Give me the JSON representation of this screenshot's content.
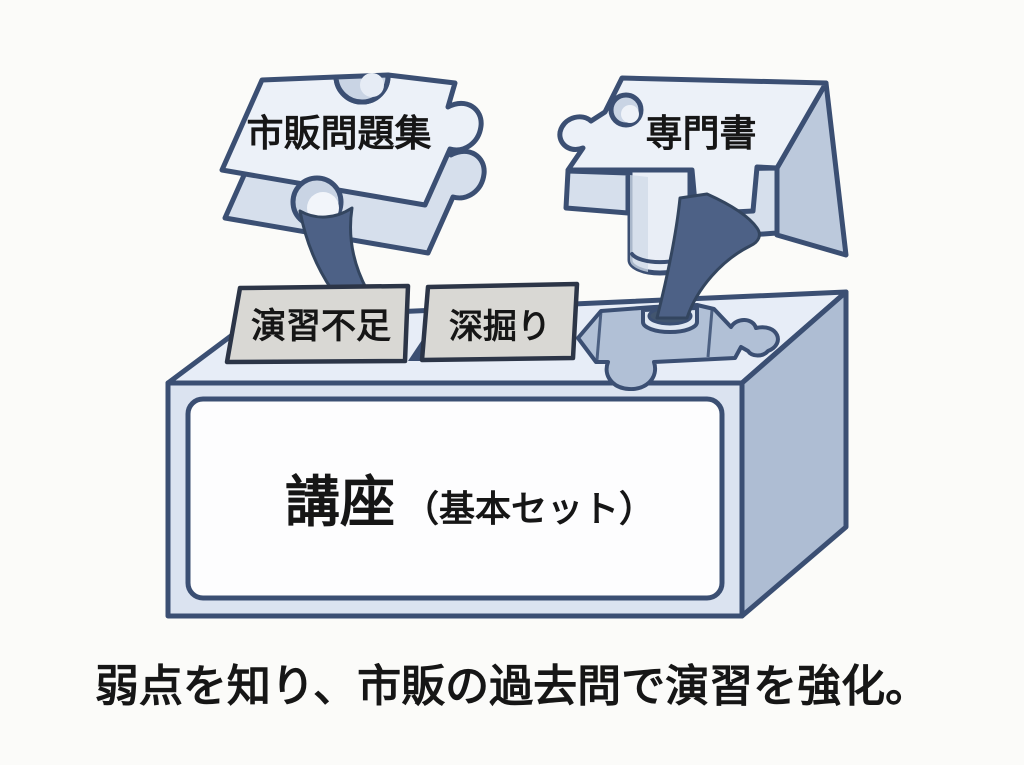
{
  "illustration": {
    "pieces": {
      "left_piece_label": "市販問題集",
      "right_piece_label": "専門書"
    },
    "plates": {
      "left_plate_label": "演習不足",
      "right_plate_label": "深掘り"
    },
    "base_box": {
      "title": "講座",
      "title_suffix": "（基本セット）"
    }
  },
  "caption": "弱点を知り、市販の過去問で演習を強化。",
  "colors": {
    "background": "#fbfbf9",
    "outline": "#3b4f73",
    "piece_top": "#ecf1f8",
    "piece_side": "#d6dfec",
    "piece_right_face": "#bcc9dc",
    "box_top": "#e7edf7",
    "box_right_face": "#aebdd3",
    "box_front": "#dbe3f0",
    "panel": "#fdfdfe",
    "recess": "#b1c0d6",
    "connector_dark": "#4d6186",
    "socket_hole": "#42556f",
    "shaded_inner": "#c9d4e4",
    "plate_fill": "#d9d8d4",
    "text": "#161616"
  }
}
